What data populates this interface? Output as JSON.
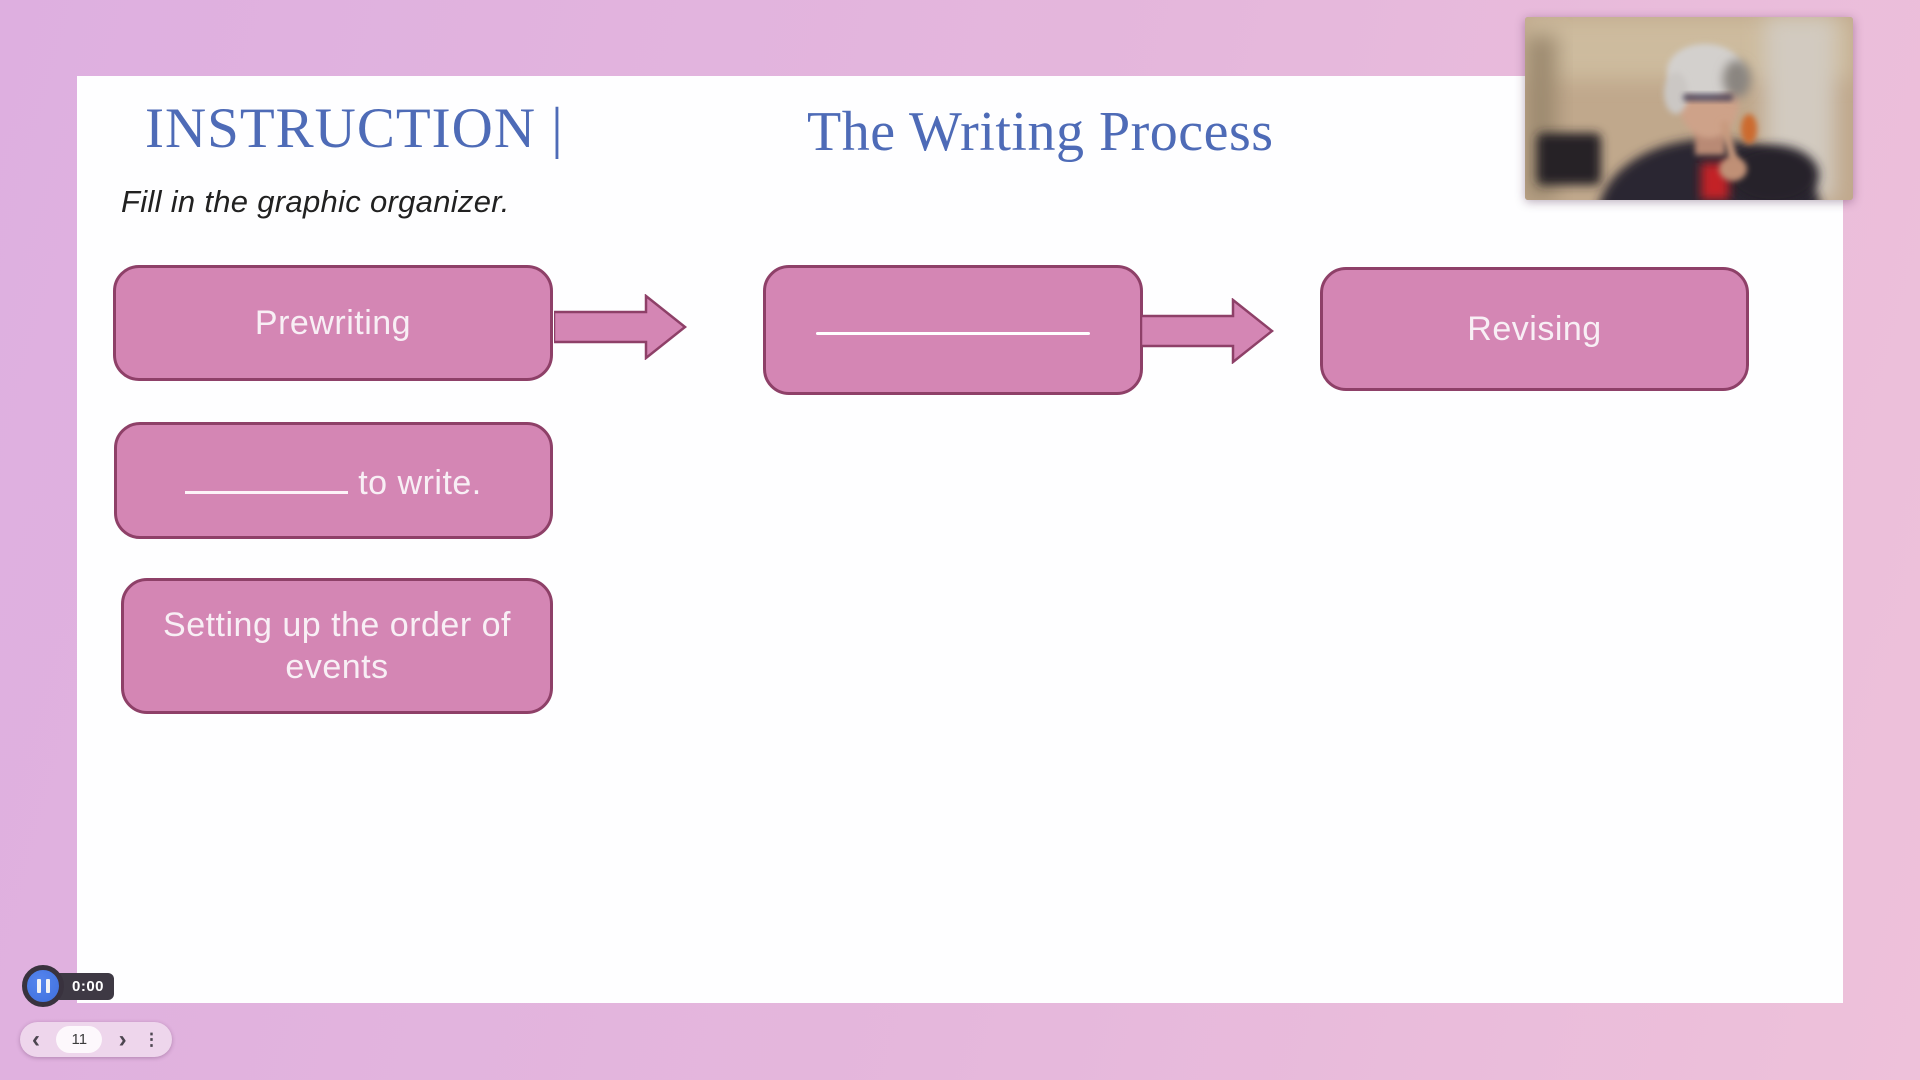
{
  "app": {
    "background_gradient_start": "#deafe0",
    "background_gradient_end": "#eec1da"
  },
  "slide": {
    "kicker": "INSTRUCTION |",
    "title": "The Writing Process",
    "instruction": "Fill in the graphic organizer.",
    "colors": {
      "heading_blue": "#4e6bb7",
      "box_fill": "#d486b4",
      "box_border": "#8e4068",
      "box_text": "#f8eff5"
    },
    "organizer": {
      "step1_label": "Prewriting",
      "step2_label": "",
      "step3_label": "Revising",
      "note1_suffix": "to write.",
      "note2_label": "Setting up the order of events"
    }
  },
  "player": {
    "elapsed_time": "0:00"
  },
  "pagination": {
    "current_page": "11",
    "prev_icon": "‹",
    "next_icon": "›",
    "menu_icon": "⋮"
  }
}
